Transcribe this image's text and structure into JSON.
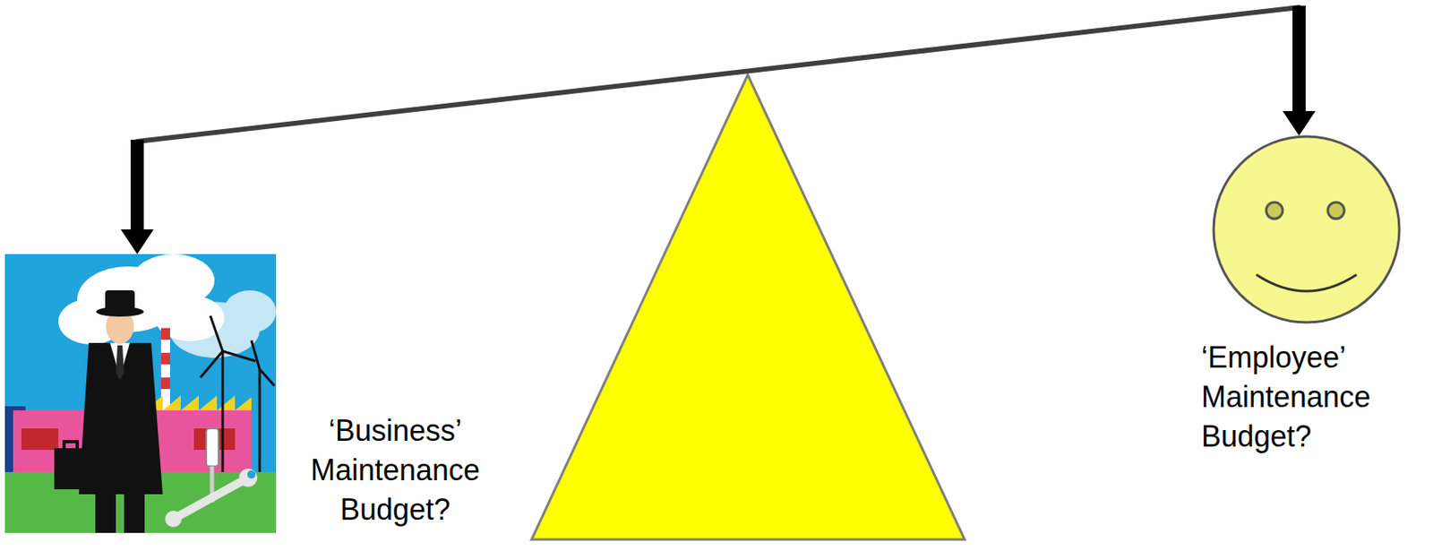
{
  "diagram": {
    "nodes": [
      {
        "text": [
          "‘Business’ Maintenance Budget?"
        ]
      },
      {
        "text": [
          "‘Employee’ Maintenance Budget?"
        ]
      }
    ],
    "edges": [
      {
        "from": 0,
        "to": 1,
        "arrow": "both"
      }
    ]
  }
}
